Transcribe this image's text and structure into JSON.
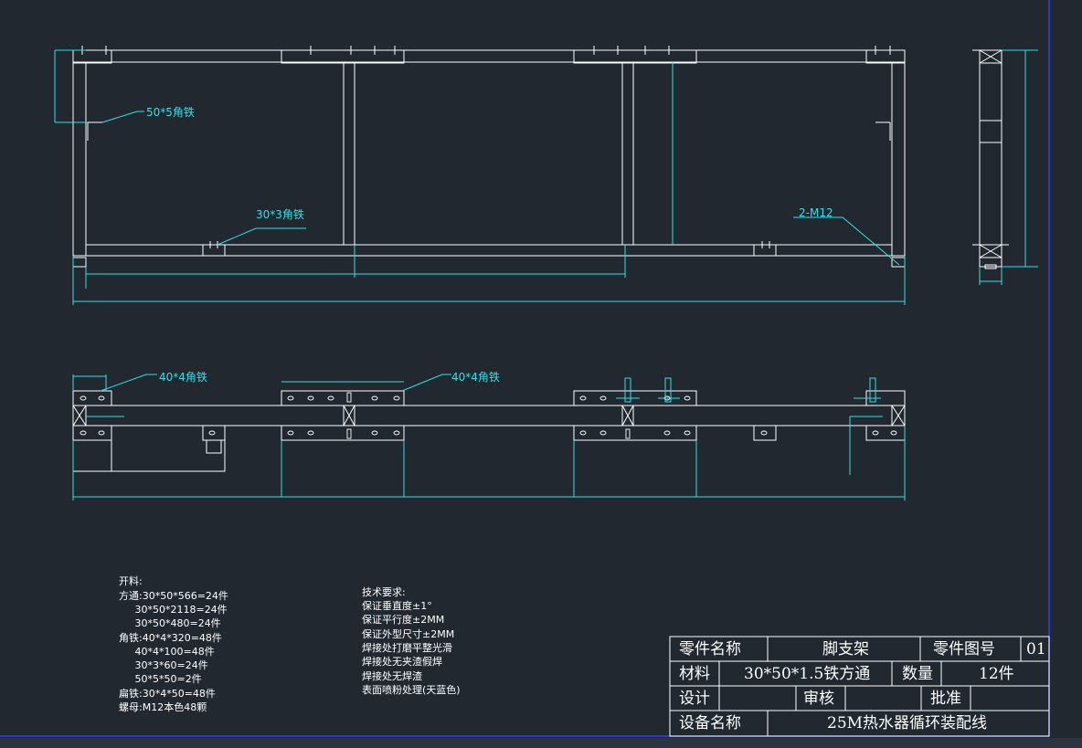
{
  "drawing": {
    "background": "#212830",
    "line_color": "#ffffff",
    "dimension_color": "#30e0e8",
    "border_color": "#3040ff"
  },
  "labels": {
    "angle_50x5": "50*5角铁",
    "angle_30x3": "30*3角铁",
    "bolt_2m12": "2-M12",
    "angle_40x4_left": "40*4角铁",
    "angle_40x4_right": "40*4角铁"
  },
  "cutting_list": {
    "title": "开料:",
    "lines": [
      "方通:30*50*566=24件",
      "     30*50*2118=24件",
      "     30*50*480=24件",
      "角铁:40*4*320=48件",
      "     40*4*100=48件",
      "     30*3*60=24件",
      "     50*5*50=2件",
      "扁铁:30*4*50=48件",
      "螺母:M12本色48颗"
    ]
  },
  "tech_requirements": {
    "title": "技术要求:",
    "lines": [
      "保证垂直度±1°",
      "保证平行度±2MM",
      "保证外型尺寸±2MM",
      "焊接处打磨平整光滑",
      "焊接处无夹渣假焊",
      "焊接处无焊渣",
      "表面喷粉处理(天蓝色)"
    ]
  },
  "title_block": {
    "part_name_label": "零件名称",
    "part_name": "脚支架",
    "part_no_label": "零件图号",
    "part_no": "01",
    "material_label": "材料",
    "material": "30*50*1.5铁方通",
    "qty_label": "数量",
    "qty": "12件",
    "design_label": "设计",
    "review_label": "审核",
    "approve_label": "批准",
    "equipment_label": "设备名称",
    "equipment": "25M热水器循环装配线"
  }
}
